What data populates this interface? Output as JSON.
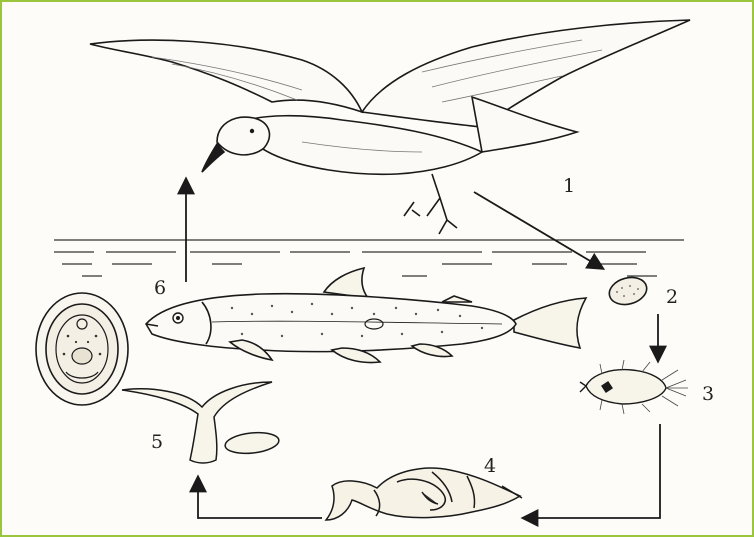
{
  "figure": {
    "stage_labels": [
      "1",
      "2",
      "3",
      "4",
      "5",
      "6"
    ],
    "colors": {
      "frame": "#9bc53d",
      "ink": "#1a1a1a",
      "paper": "#fdfcf8"
    },
    "icons": [
      "seagull",
      "egg",
      "miracidium",
      "snail",
      "cercaria",
      "fish",
      "metacercaria-cyst",
      "water-surface",
      "cycle-arrows"
    ]
  }
}
